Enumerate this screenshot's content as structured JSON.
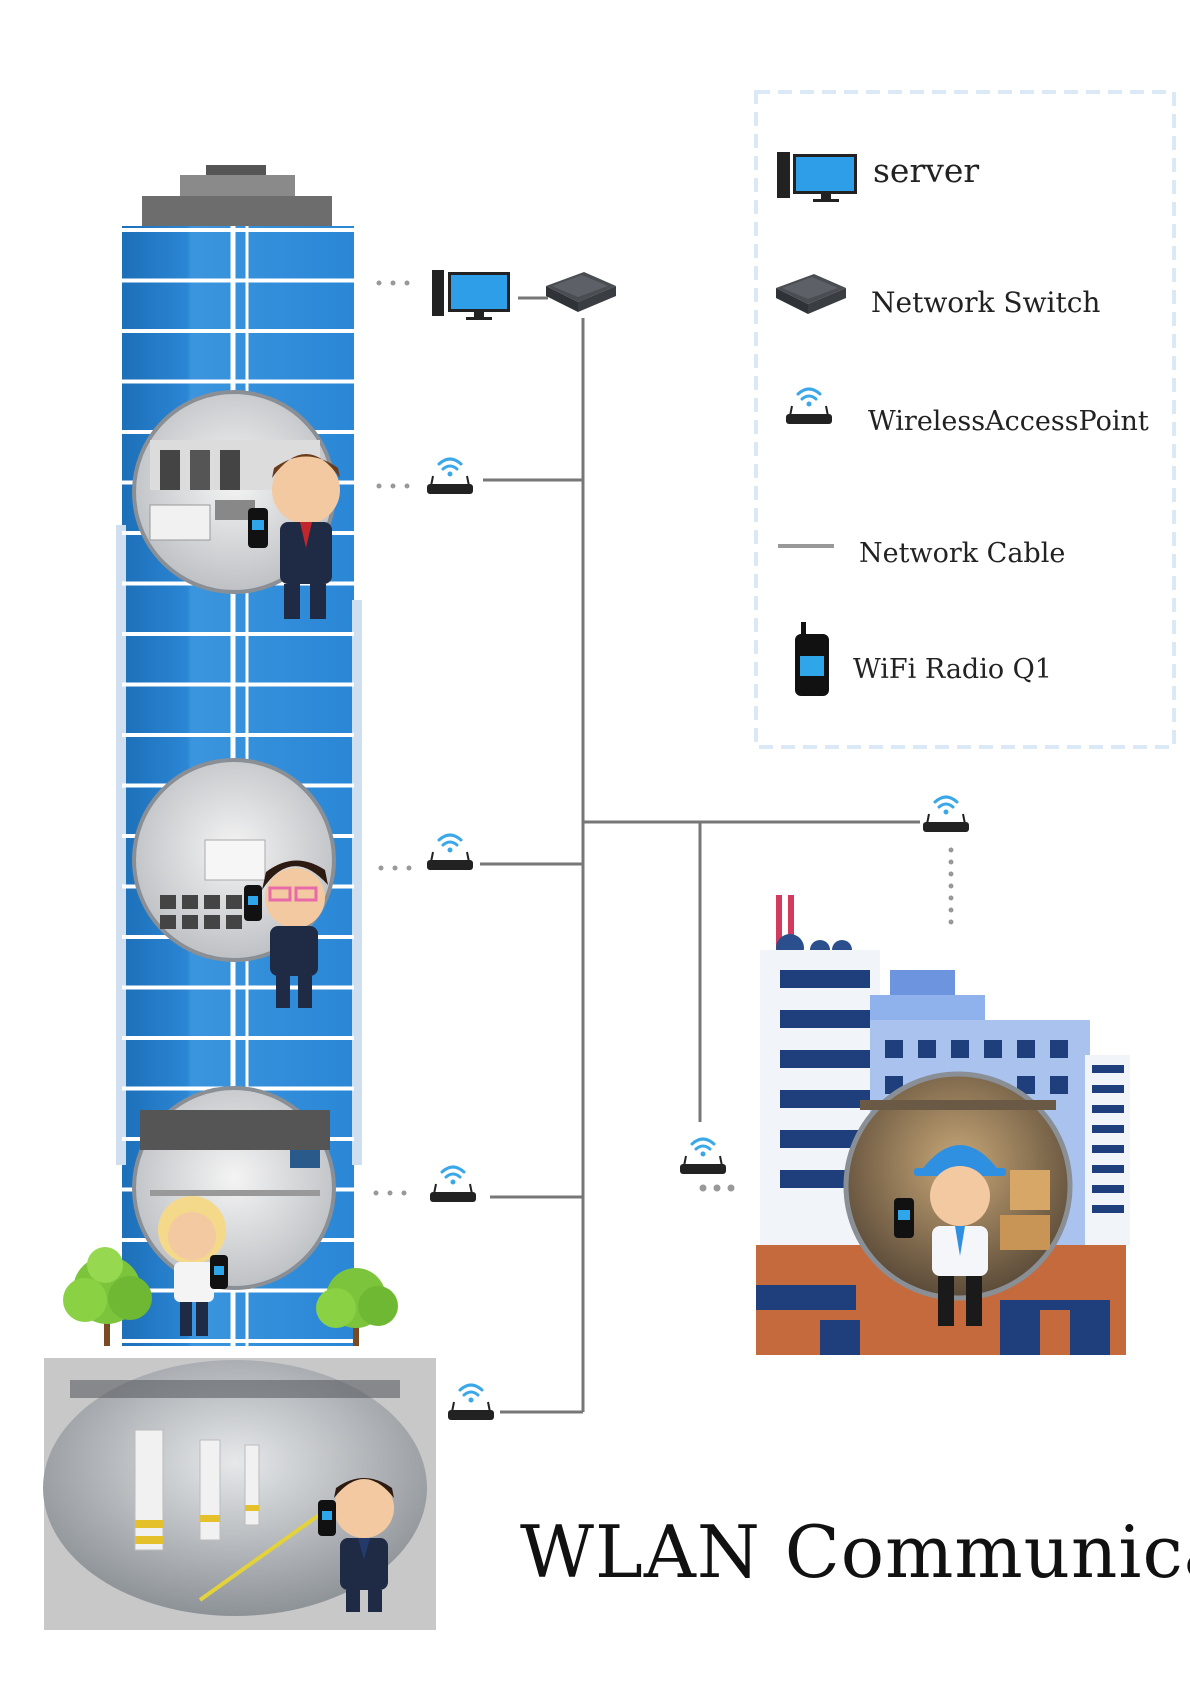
{
  "legend": {
    "items": [
      {
        "icon": "server-icon",
        "label": "server"
      },
      {
        "icon": "network-switch-icon",
        "label": "Network Switch"
      },
      {
        "icon": "wireless-access-point-icon",
        "label": "WirelessAccessPoint"
      },
      {
        "icon": "network-cable-icon",
        "label": "Network Cable"
      },
      {
        "icon": "wifi-radio-icon",
        "label": "WiFi Radio Q1"
      }
    ]
  },
  "title": "WLAN Communication",
  "colors": {
    "building_blue": "#2b86d4",
    "window_line": "#ffffff",
    "cable": "#777777",
    "wifi_blue": "#3aa7e8",
    "legend_border": "#dbe9f7",
    "factory_brick": "#c46a3c",
    "factory_blue": "#7da2e6"
  }
}
